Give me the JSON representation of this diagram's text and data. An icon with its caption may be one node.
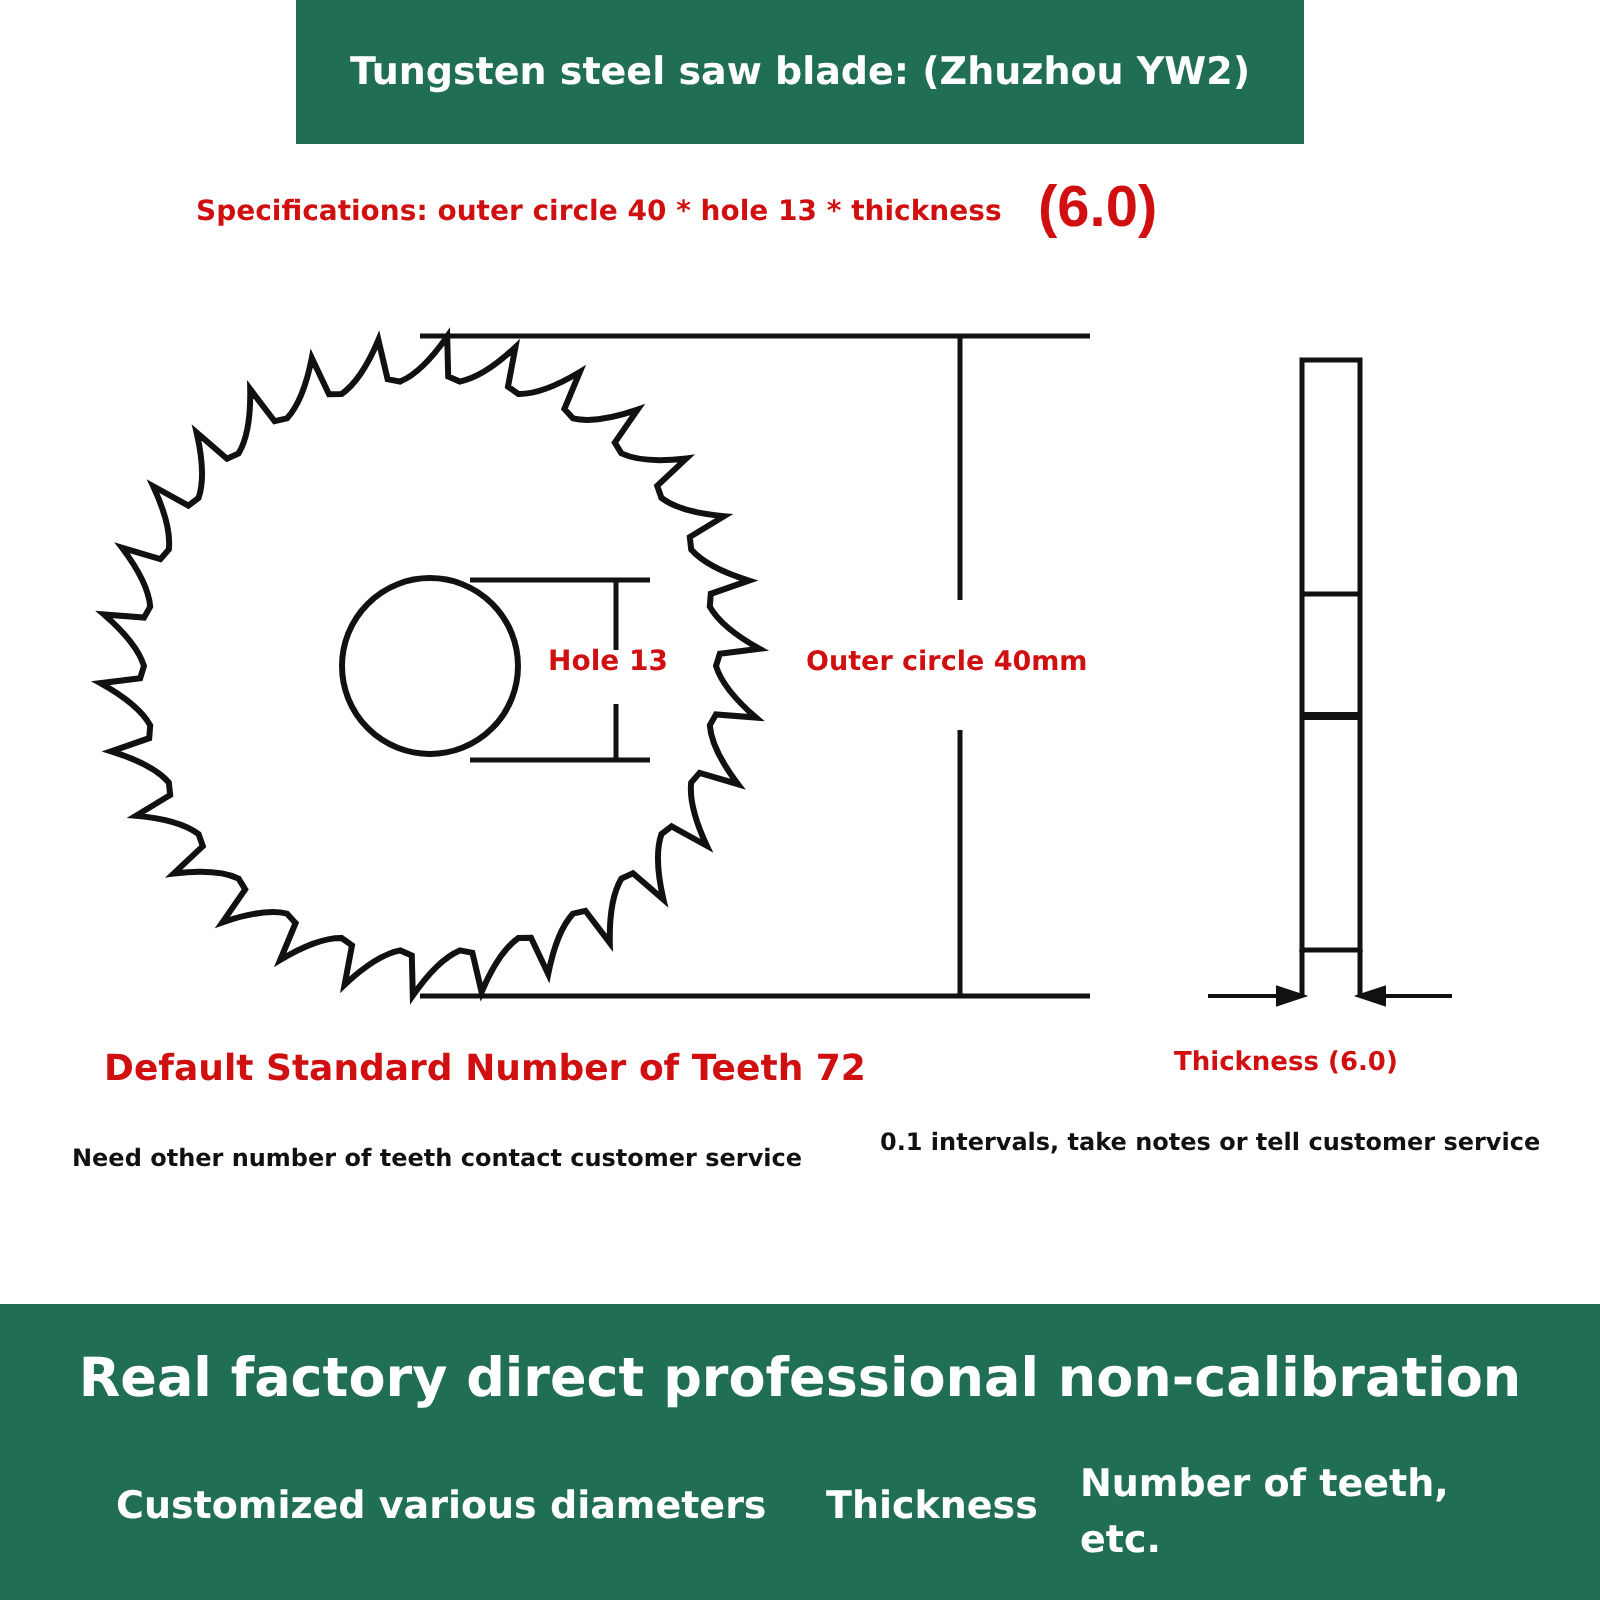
{
  "diagram": {
    "title": "Tungsten steel saw blade: (Zhuzhou YW2)",
    "nodes": [
      {
        "text": [
          "Real factory direct professional non-calibration",
          "Customized various diameters",
          "Thickness",
          "Number of teeth, etc."
        ]
      }
    ],
    "labels": [
      "Specifications: outer circle 40 * hole 13 * thickness",
      "(6.0)",
      "Hole 13",
      "Outer circle 40mm",
      "Default Standard Number of Teeth 72",
      "Need other number of teeth contact customer service",
      "Thickness (6.0)",
      "0.1 intervals, take notes or tell customer service"
    ]
  }
}
